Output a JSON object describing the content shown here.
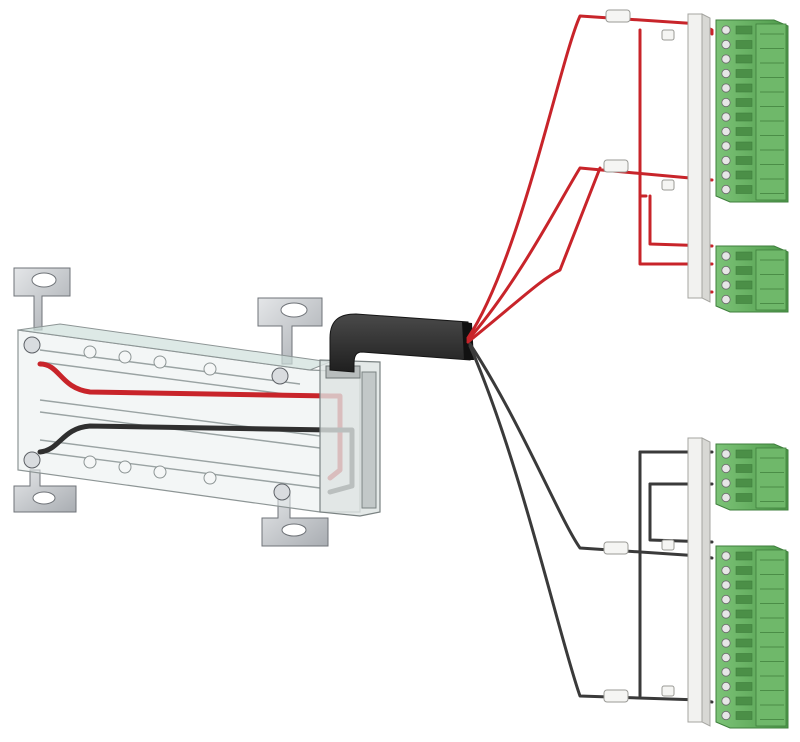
{
  "colors": {
    "background": "#ffffff",
    "wire_red": "#c8242a",
    "wire_black": "#3a3a3a",
    "terminal_green": "#5fa85a",
    "terminal_green_dark": "#3f7f3d",
    "rail_white": "#f2f2f0",
    "metal": "#c9ccd0",
    "cable_jacket": "#2f2f2f",
    "busbar_glass": "#dfe7e6"
  },
  "components": {
    "busbar_module": "busbar-adapter",
    "flat_cable": "flat-ribbon-cable",
    "connector_groups": [
      {
        "name": "terminal-block-top-large",
        "wire": "red",
        "pins": 12
      },
      {
        "name": "terminal-block-top-small",
        "wire": "red",
        "pins": 4
      },
      {
        "name": "terminal-block-bottom-small",
        "wire": "black",
        "pins": 4
      },
      {
        "name": "terminal-block-bottom-large",
        "wire": "black",
        "pins": 12
      }
    ]
  }
}
